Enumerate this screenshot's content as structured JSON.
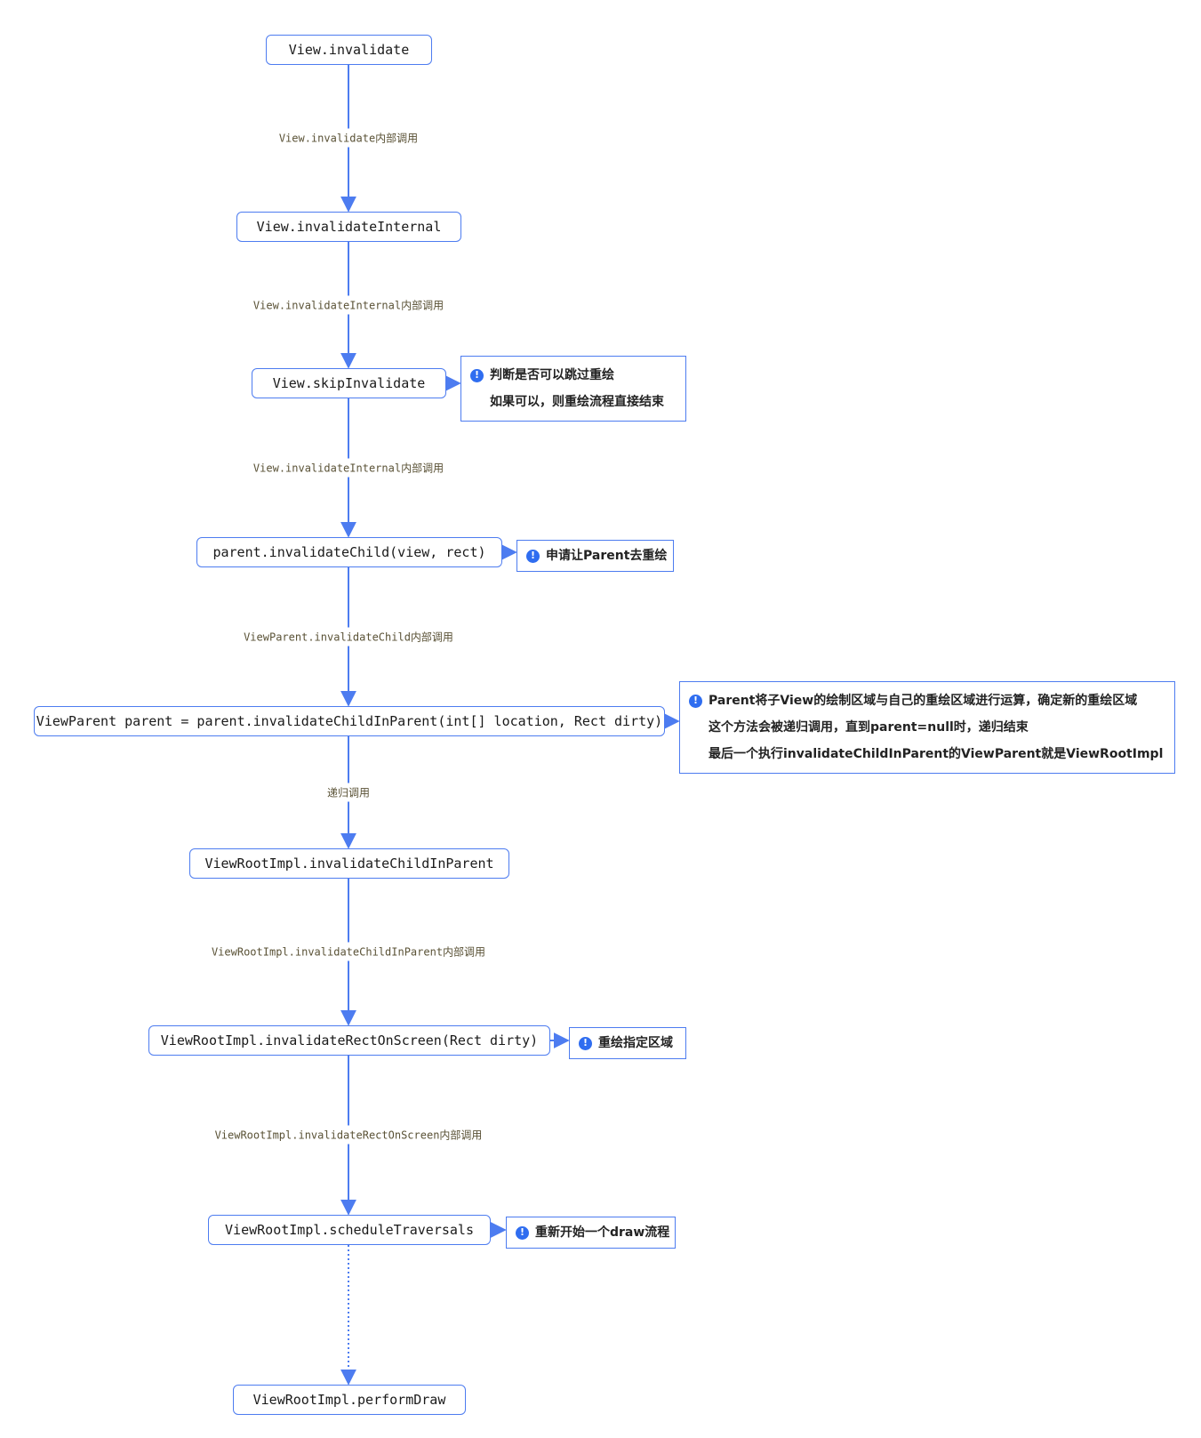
{
  "nodes": [
    {
      "id": "n1",
      "label": "View.invalidate"
    },
    {
      "id": "n2",
      "label": "View.invalidateInternal"
    },
    {
      "id": "n3",
      "label": "View.skipInvalidate"
    },
    {
      "id": "n4",
      "label": "parent.invalidateChild(view, rect)"
    },
    {
      "id": "n5",
      "label": "ViewParent parent = parent.invalidateChildInParent(int[] location, Rect dirty)"
    },
    {
      "id": "n6",
      "label": "ViewRootImpl.invalidateChildInParent"
    },
    {
      "id": "n7",
      "label": "ViewRootImpl.invalidateRectOnScreen(Rect dirty)"
    },
    {
      "id": "n8",
      "label": "ViewRootImpl.scheduleTraversals"
    },
    {
      "id": "n9",
      "label": "ViewRootImpl.performDraw"
    }
  ],
  "edges": [
    {
      "from": "n1",
      "to": "n2",
      "label": "View.invalidate内部调用"
    },
    {
      "from": "n2",
      "to": "n3",
      "label": "View.invalidateInternal内部调用"
    },
    {
      "from": "n3",
      "to": "n4",
      "label": "View.invalidateInternal内部调用"
    },
    {
      "from": "n4",
      "to": "n5",
      "label": "ViewParent.invalidateChild内部调用"
    },
    {
      "from": "n5",
      "to": "n6",
      "label": "递归调用"
    },
    {
      "from": "n6",
      "to": "n7",
      "label": "ViewRootImpl.invalidateChildInParent内部调用"
    },
    {
      "from": "n7",
      "to": "n8",
      "label": "ViewRootImpl.invalidateRectOnScreen内部调用"
    },
    {
      "from": "n8",
      "to": "n9",
      "label": "",
      "style": "dotted"
    }
  ],
  "notes": [
    {
      "attached_to": "n3",
      "icon": "info-icon",
      "lines": [
        "判断是否可以跳过重绘",
        "如果可以，则重绘流程直接结束"
      ]
    },
    {
      "attached_to": "n4",
      "icon": "info-icon",
      "lines": [
        "申请让Parent去重绘"
      ]
    },
    {
      "attached_to": "n5",
      "icon": "info-icon",
      "lines": [
        "Parent将子View的绘制区域与自己的重绘区域进行运算，确定新的重绘区域",
        "这个方法会被递归调用，直到parent=null时，递归结束",
        "最后一个执行invalidateChildInParent的ViewParent就是ViewRootImpl"
      ]
    },
    {
      "attached_to": "n7",
      "icon": "info-icon",
      "lines": [
        "重绘指定区域"
      ]
    },
    {
      "attached_to": "n8",
      "icon": "info-icon",
      "lines": [
        "重新开始一个draw流程"
      ]
    }
  ],
  "colors": {
    "line": "#4d7cf0",
    "icon": "#2f6df0",
    "edge_label": "#5a5236"
  }
}
